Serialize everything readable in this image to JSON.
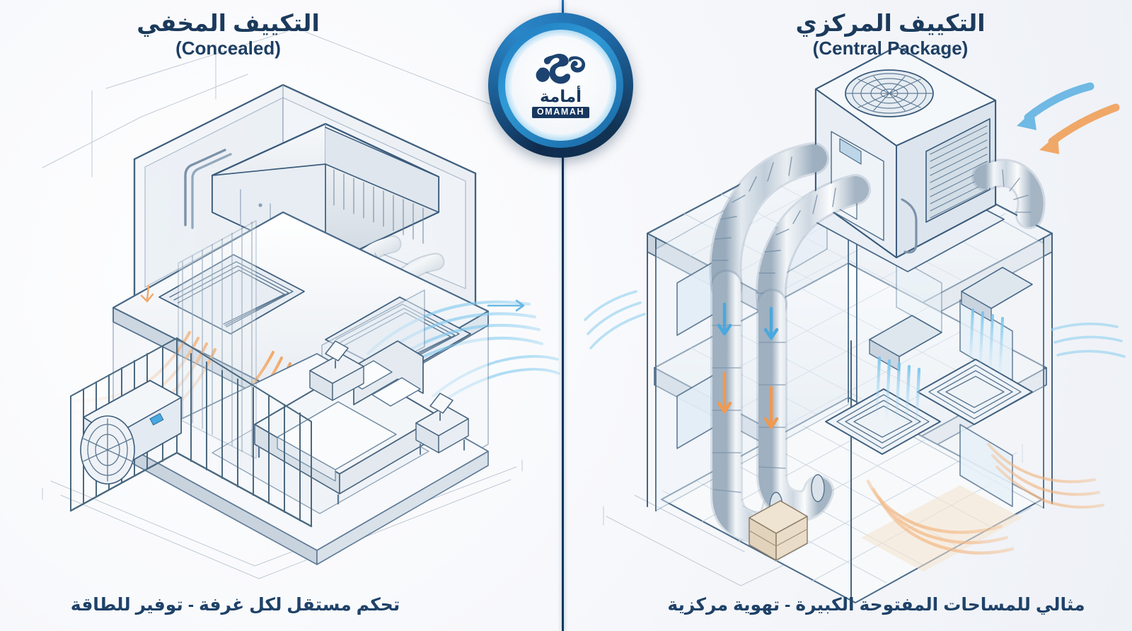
{
  "document": {
    "type": "infographic-comparison",
    "brand": "OMAMAH",
    "background_color": "#f7f8fb",
    "divider_color": "#12304f",
    "title_color": "#1b3a5c",
    "caption_color": "#1f4268",
    "airflow_cold_color": "#69bde8",
    "airflow_warm_color": "#f0a868"
  },
  "logo": {
    "name": "omamah-logo",
    "arabic_name": "أمامة",
    "english_name": "OMAMAH",
    "ring_outer_color": "#0f2c4e",
    "ring_mid_color": "#2b86c8",
    "emblem_color": "#1d4370"
  },
  "panels": {
    "left": {
      "id": "concealed",
      "title_ar": "التكييف المخفي",
      "title_en": "(Concealed)",
      "caption_ar": "تحكم مستقل لكل غرفة - توفير للطاقة",
      "illustration": {
        "name": "concealed-ac-bedroom-isometric",
        "elements": [
          "ceiling-concealed-fan-coil-unit",
          "flexible-round-duct",
          "linear-ceiling-grille",
          "bedroom-with-double-bed",
          "nightstand-with-lamp",
          "balcony-railing",
          "outdoor-condenser-unit",
          "warm-air-stream",
          "cool-air-stream",
          "dimension-lines"
        ]
      }
    },
    "right": {
      "id": "central-package",
      "title_ar": "التكييف المركزي",
      "title_en": "(Central Package)",
      "caption_ar": "مثالي للمساحات المفتوحة الكبيرة - تهوية مركزية",
      "illustration": {
        "name": "central-package-building-isometric",
        "elements": [
          "rooftop-package-unit",
          "condenser-fan-grille",
          "main-supply-duct",
          "main-return-duct",
          "vertical-riser-ducts",
          "three-story-building-cutaway",
          "square-ceiling-diffuser",
          "intake-arrow-cool",
          "exhaust-arrow-warm",
          "warm-air-stream",
          "cool-air-stream",
          "dimension-lines"
        ]
      }
    }
  }
}
